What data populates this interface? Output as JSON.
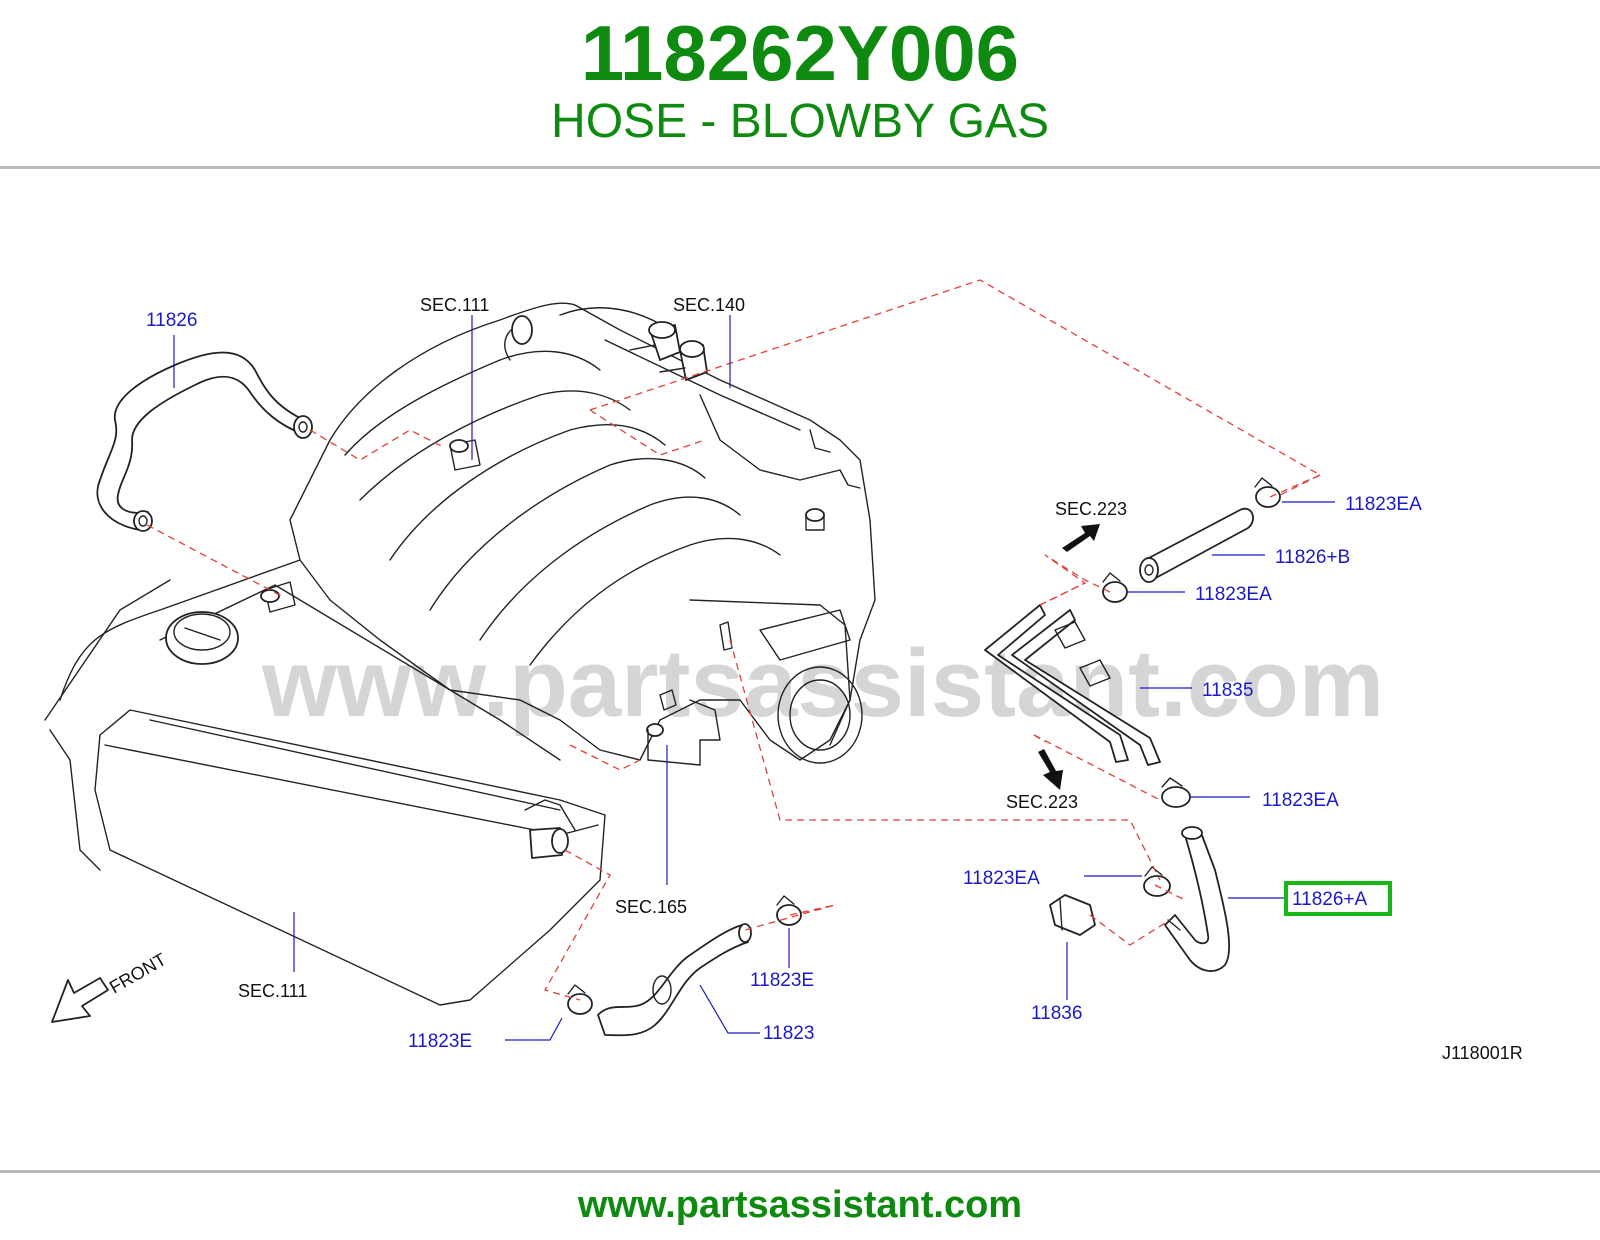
{
  "header": {
    "part_number": "118262Y006",
    "part_name": "HOSE - BLOWBY GAS"
  },
  "diagram": {
    "labels": {
      "p11826": "11826",
      "sec111_top": "SEC.111",
      "sec140": "SEC.140",
      "sec223_top": "SEC.223",
      "p11823ea_1": "11823EA",
      "p11826b": "11826+B",
      "p11823ea_2": "11823EA",
      "p11835": "11835",
      "sec223_mid": "SEC.223",
      "p11823ea_3": "11823EA",
      "p11823ea_4": "11823EA",
      "p11826a": "11826+A",
      "p11836": "11836",
      "sec165": "SEC.165",
      "p11823e_1": "11823E",
      "p11823": "11823",
      "p11823e_2": "11823E",
      "sec111_bottom": "SEC.111",
      "front": "FRONT",
      "figure_code": "J118001R"
    },
    "highlighted_part": "11826+A",
    "highlight_color": "#16b816",
    "watermark": "www.partsassistant.com"
  },
  "footer": {
    "url": "www.partsassistant.com"
  },
  "colors": {
    "title_green": "#0e8a10",
    "label_blue": "#1a1ac8",
    "dash_red": "#e0413a"
  }
}
